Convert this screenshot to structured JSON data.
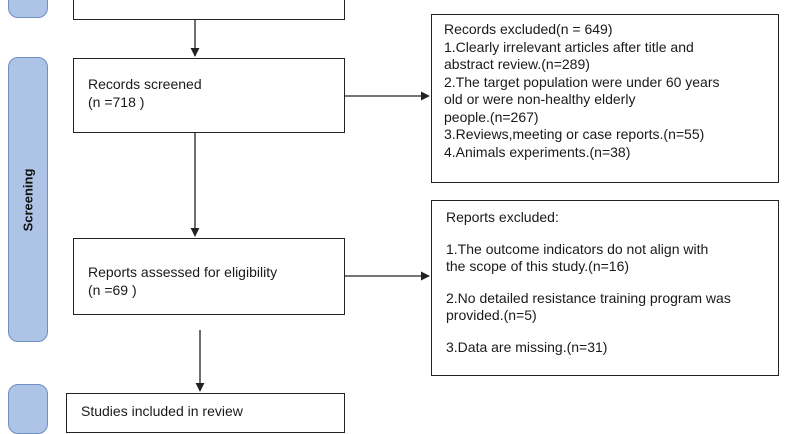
{
  "stages": {
    "screening": "Screening"
  },
  "records_screened": {
    "title": "Records screened",
    "count": "(n =718 )"
  },
  "records_excluded": {
    "header": "Records excluded(n = 649)",
    "lines": [
      "1.Clearly irrelevant articles after title and",
      "abstract review.(n=289)",
      "2.The target population were under 60 years",
      "old or were non-healthy elderly",
      "people.(n=267)",
      "3.Reviews,meeting or case reports.(n=55)",
      "4.Animals experiments.(n=38)"
    ]
  },
  "reports_assessed": {
    "title": "Reports assessed for eligibility",
    "count": "(n =69 )"
  },
  "reports_excluded": {
    "header": "Reports excluded:",
    "lines": [
      "1.The outcome indicators do not align with",
      "the scope of this study.(n=16)",
      "2.No detailed resistance training program was",
      "provided.(n=5)",
      "3.Data are missing.(n=31)"
    ]
  },
  "studies_included": {
    "title": "Studies included in review"
  },
  "colors": {
    "stage_fill": "#aec4e6",
    "stage_border": "#6f8fc3",
    "box_border": "#222222"
  }
}
